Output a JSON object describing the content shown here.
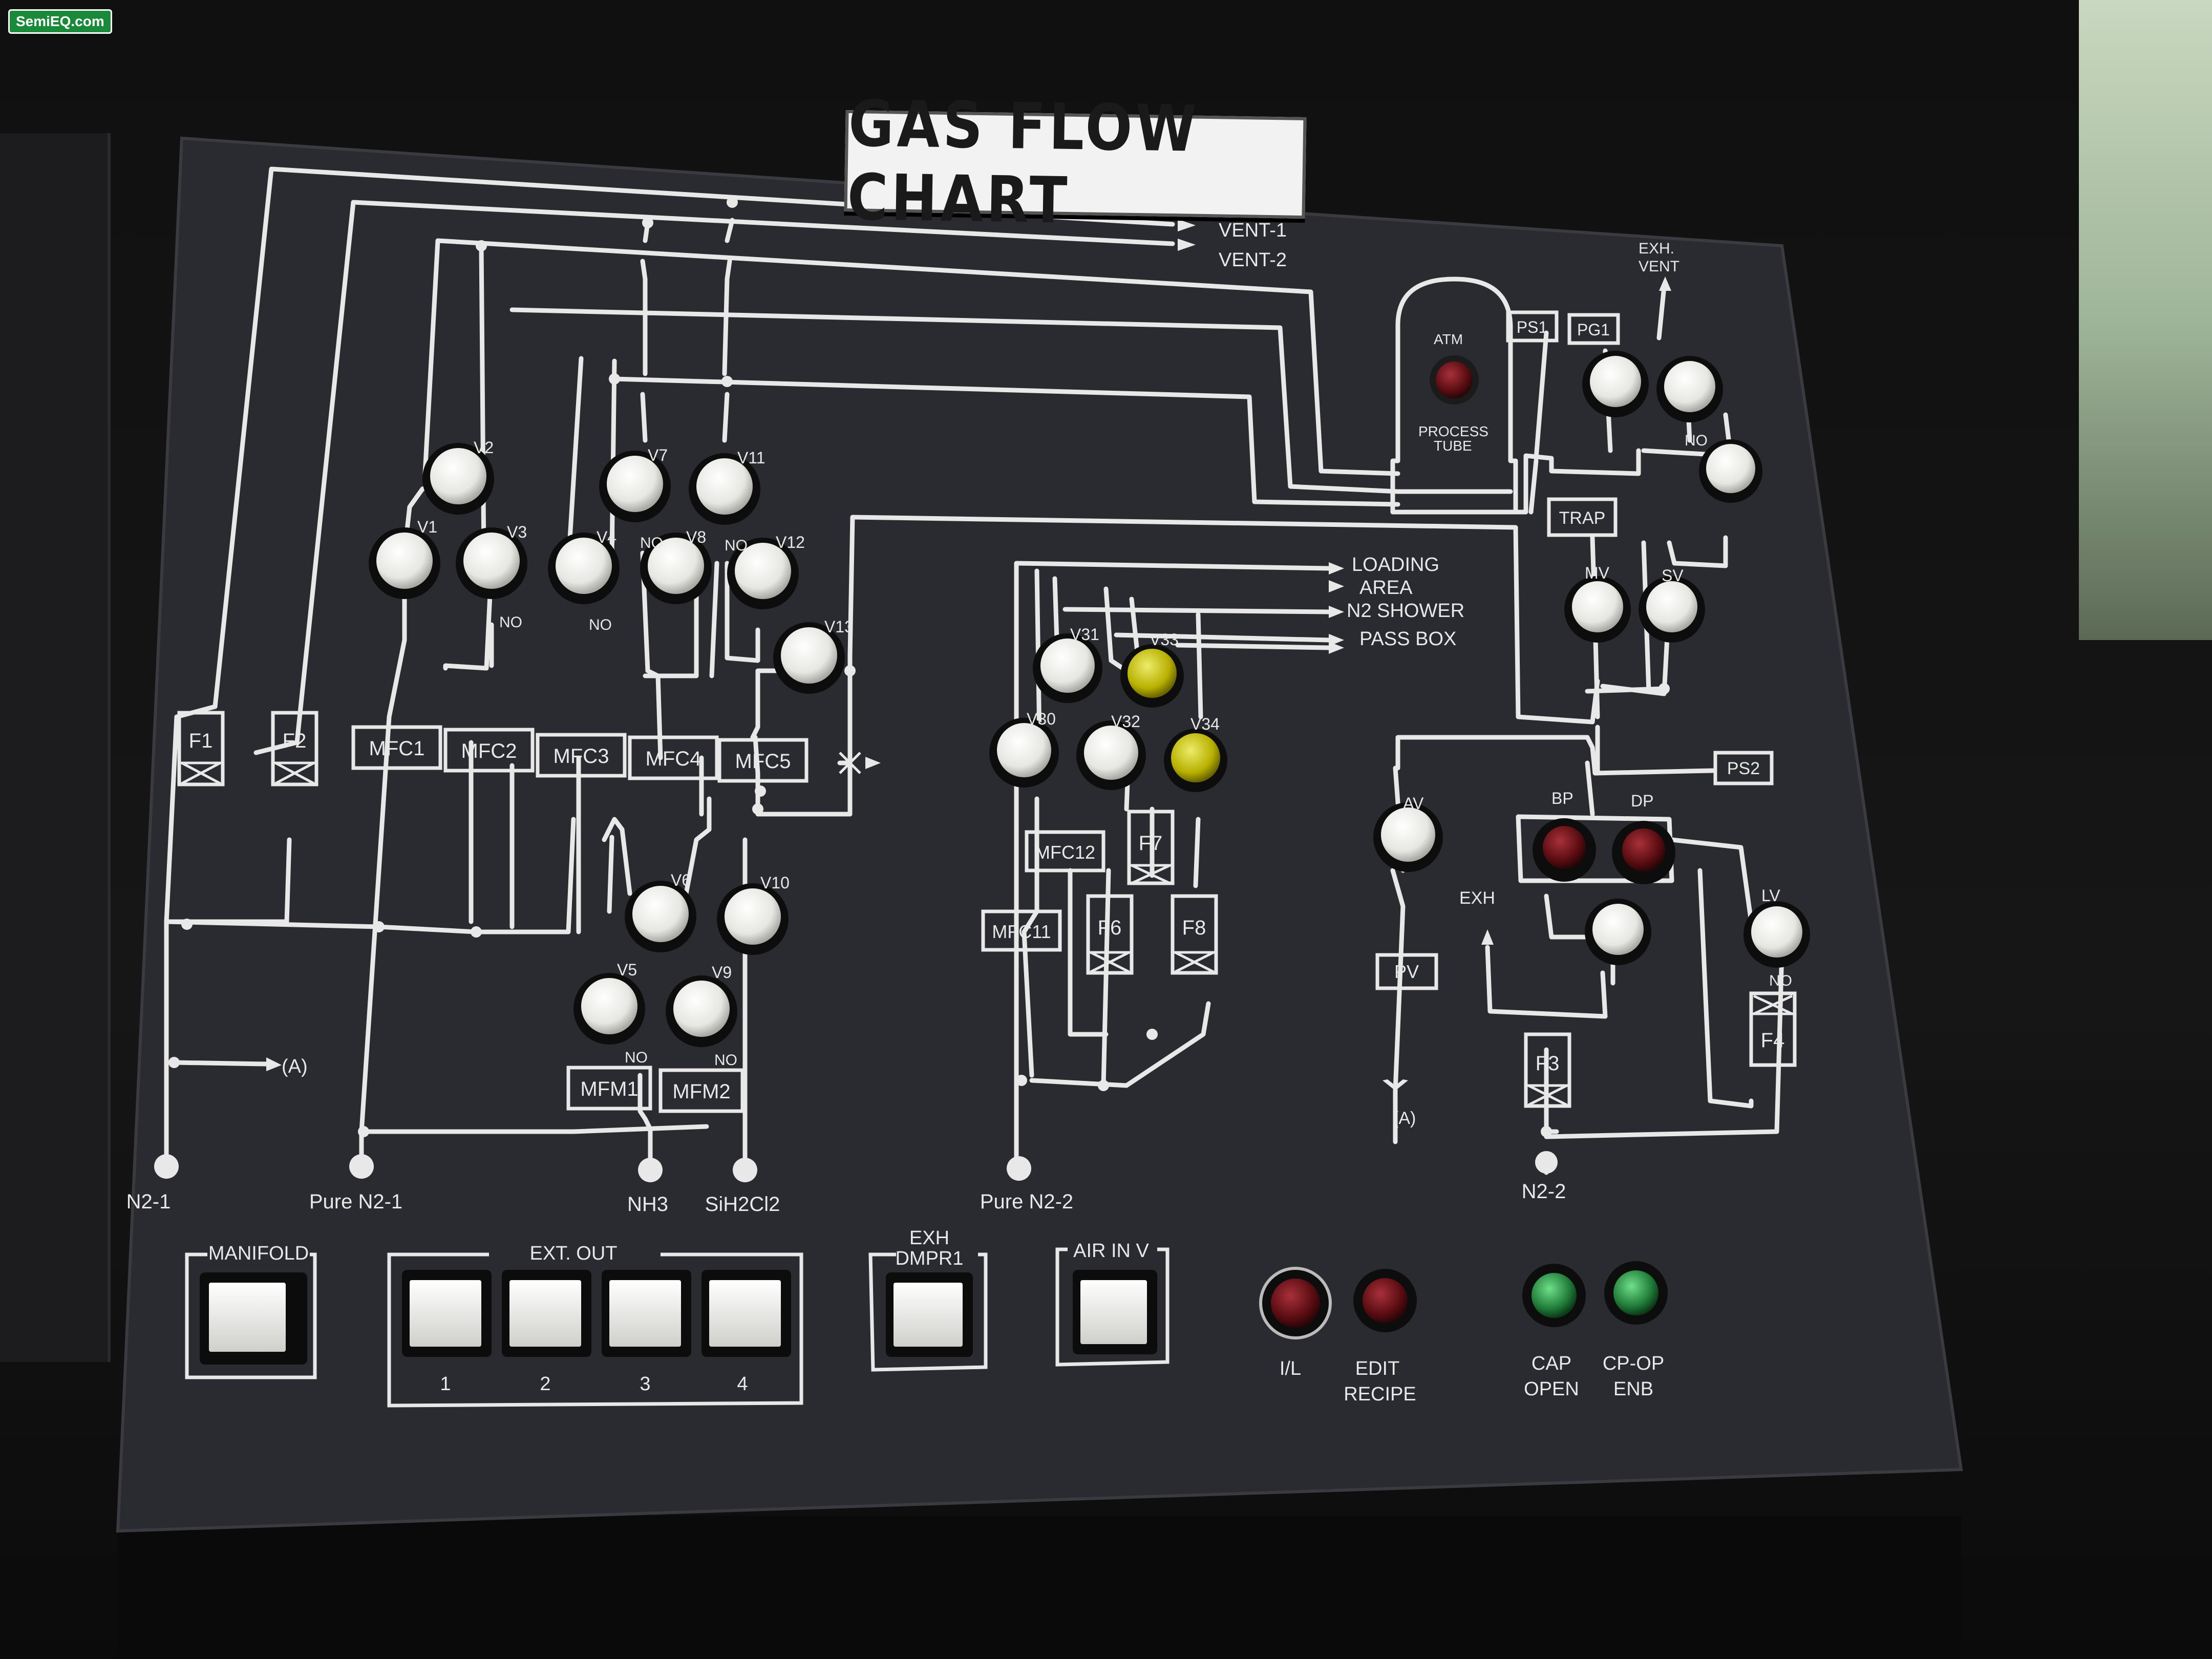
{
  "watermark": "SemiEQ.com",
  "title": "GAS FLOW CHART",
  "colors": {
    "panel": "#2a2a31",
    "line": "#e8e8e8",
    "lamp_white": "#f1f1ef",
    "lamp_yellow": "#b8b000",
    "lamp_red": "#5a0d12",
    "lamp_green": "#1f7a38"
  },
  "outputs": {
    "vent1": "VENT-1",
    "vent2": "VENT-2",
    "exh_vent_1": "EXH.",
    "exh_vent_2": "VENT",
    "loading_1": "LOADING",
    "loading_2": "AREA",
    "n2_shower": "N2 SHOWER",
    "pass_box": "PASS BOX"
  },
  "tube": {
    "atm": "ATM",
    "process_1": "PROCESS",
    "process_2": "TUBE"
  },
  "boxes": {
    "f1": "F1",
    "f2": "F2",
    "f3": "F3",
    "f4": "F4",
    "f6": "F6",
    "f7": "F7",
    "f8": "F8",
    "mfc1": "MFC1",
    "mfc2": "MFC2",
    "mfc3": "MFC3",
    "mfc4": "MFC4",
    "mfc5": "MFC5",
    "mfc11": "MFC11",
    "mfc12": "MFC12",
    "mfm1": "MFM1",
    "mfm2": "MFM2",
    "ps1": "PS1",
    "pg1": "PG1",
    "ps2": "PS2",
    "trap": "TRAP",
    "pv": "PV"
  },
  "valves": {
    "v1": "V1",
    "v2": "V2",
    "v3": "V3",
    "v4": "V4",
    "v5": "V5",
    "v6": "V6",
    "v7": "V7",
    "v8": "V8",
    "v9": "V9",
    "v10": "V10",
    "v11": "V11",
    "v12": "V12",
    "v13": "V13",
    "v30": "V30",
    "v31": "V31",
    "v32": "V32",
    "v33": "V33",
    "v34": "V34",
    "mv": "MV",
    "sv": "SV",
    "av": "AV",
    "bp": "BP",
    "dp": "DP",
    "lv": "LV"
  },
  "no_label": "NO",
  "exh": "EXH",
  "ref_a": "(A)",
  "sources": {
    "n2_1": "N2-1",
    "pure_n2_1": "Pure N2-1",
    "nh3": "NH3",
    "sih2cl2": "SiH2Cl2",
    "pure_n2_2": "Pure N2-2",
    "n2_2": "N2-2"
  },
  "controls": {
    "manifold": "MANIFOLD",
    "ext_out": "EXT.  OUT",
    "ext_1": "1",
    "ext_2": "2",
    "ext_3": "3",
    "ext_4": "4",
    "exh_dmpr_1": "EXH",
    "exh_dmpr_2": "DMPR1",
    "air_in": "AIR IN V",
    "il": "I/L",
    "edit_1": "EDIT",
    "edit_2": "RECIPE",
    "cap_1": "CAP",
    "cap_2": "OPEN",
    "cpop_1": "CP-OP",
    "cpop_2": "ENB"
  }
}
